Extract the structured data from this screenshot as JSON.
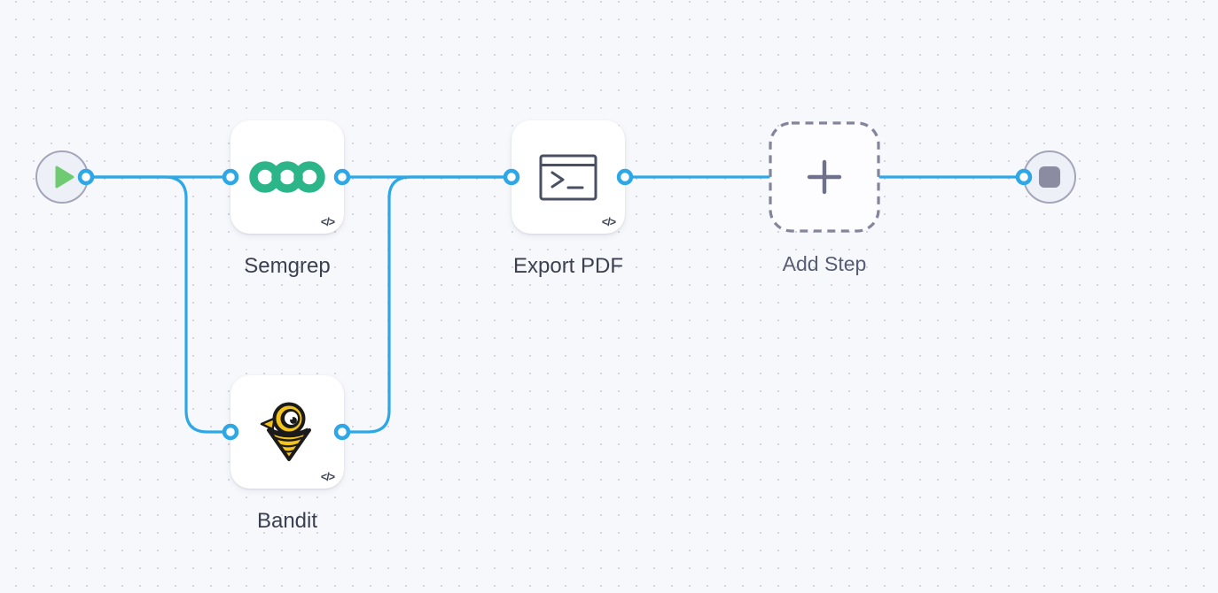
{
  "canvas": {
    "background_color": "#f7f8fc",
    "dot_color": "#d3d4dd",
    "edge_color": "#2ea7e6",
    "port_fill": "#ffffff"
  },
  "nodes": {
    "start": {
      "icon": "play-icon",
      "play_color": "#6ecb71",
      "circle_fill": "#eef0f8",
      "circle_border": "#a5a5ba"
    },
    "semgrep": {
      "label": "Semgrep",
      "icon": "semgrep-logo",
      "logo_color": "#2db58a",
      "badge": "</>"
    },
    "bandit": {
      "label": "Bandit",
      "icon": "bandit-logo",
      "logo_colors": {
        "yellow": "#f2c41d",
        "black": "#1b1b1b"
      },
      "badge": "</>"
    },
    "export_pdf": {
      "label": "Export PDF",
      "icon": "terminal-icon",
      "icon_color": "#4a4f63",
      "badge": "</>"
    },
    "add_step": {
      "label": "Add Step",
      "icon": "plus-icon",
      "plus_color": "#6e7189",
      "border_color": "#83859c",
      "border_style": "dashed"
    },
    "end": {
      "icon": "stop-icon",
      "stop_color": "#8b8ba1",
      "circle_fill": "#eef0f8",
      "circle_border": "#a5a5ba"
    }
  },
  "edges": [
    {
      "from": "start",
      "to": "semgrep"
    },
    {
      "from": "start",
      "to": "bandit"
    },
    {
      "from": "semgrep",
      "to": "export_pdf"
    },
    {
      "from": "bandit",
      "to": "export_pdf"
    },
    {
      "from": "export_pdf",
      "to": "add_step"
    },
    {
      "from": "add_step",
      "to": "end"
    }
  ]
}
